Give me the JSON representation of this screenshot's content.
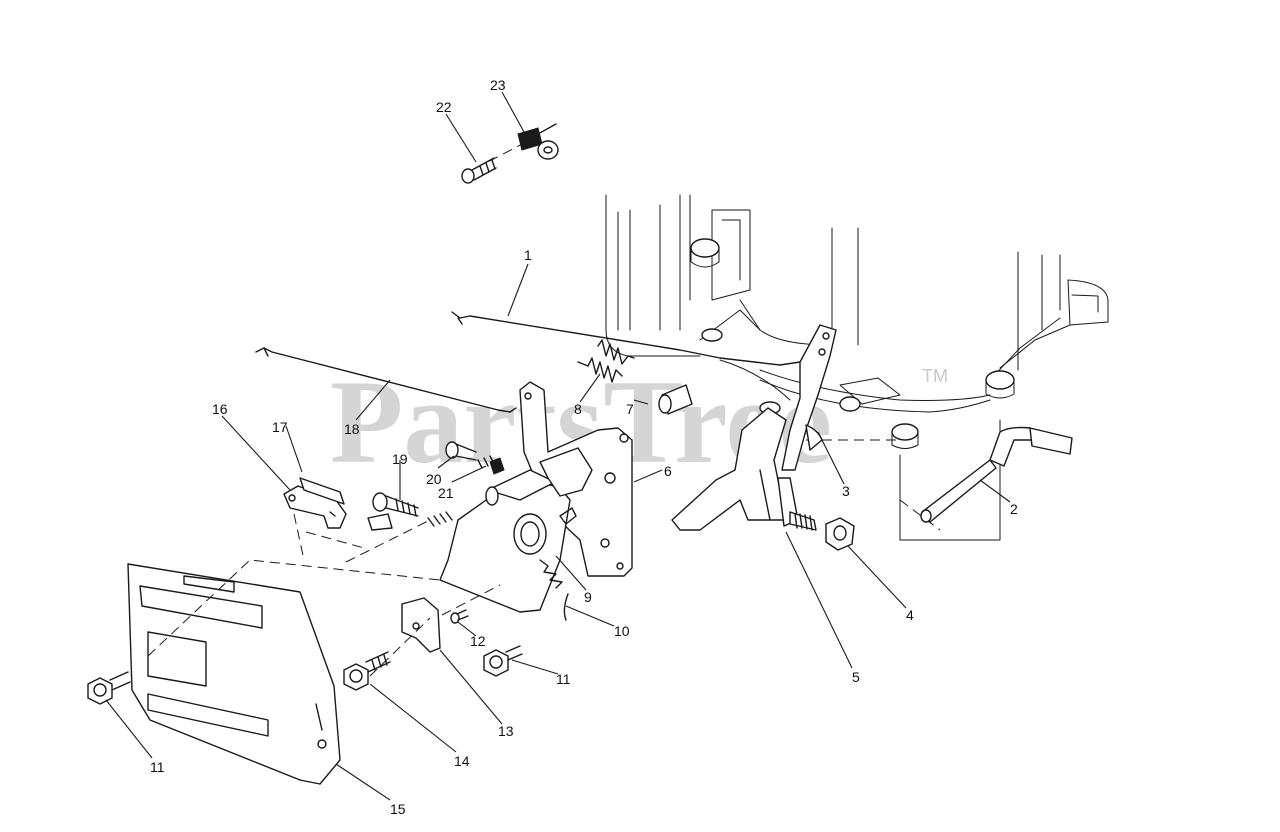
{
  "watermark": {
    "text": "PartsTree",
    "trademark": "TM"
  },
  "callouts": {
    "c1": "1",
    "c2": "2",
    "c3": "3",
    "c4": "4",
    "c5": "5",
    "c6": "6",
    "c7": "7",
    "c8": "8",
    "c9": "9",
    "c10": "10",
    "c11a": "11",
    "c11b": "11",
    "c12": "12",
    "c13": "13",
    "c14": "14",
    "c15": "15",
    "c16": "16",
    "c17": "17",
    "c18": "18",
    "c19": "19",
    "c20": "20",
    "c21": "21",
    "c22": "22",
    "c23": "23"
  },
  "colors": {
    "line": "#1a1a1a",
    "background": "#ffffff",
    "watermark": "#c8c8c8"
  }
}
